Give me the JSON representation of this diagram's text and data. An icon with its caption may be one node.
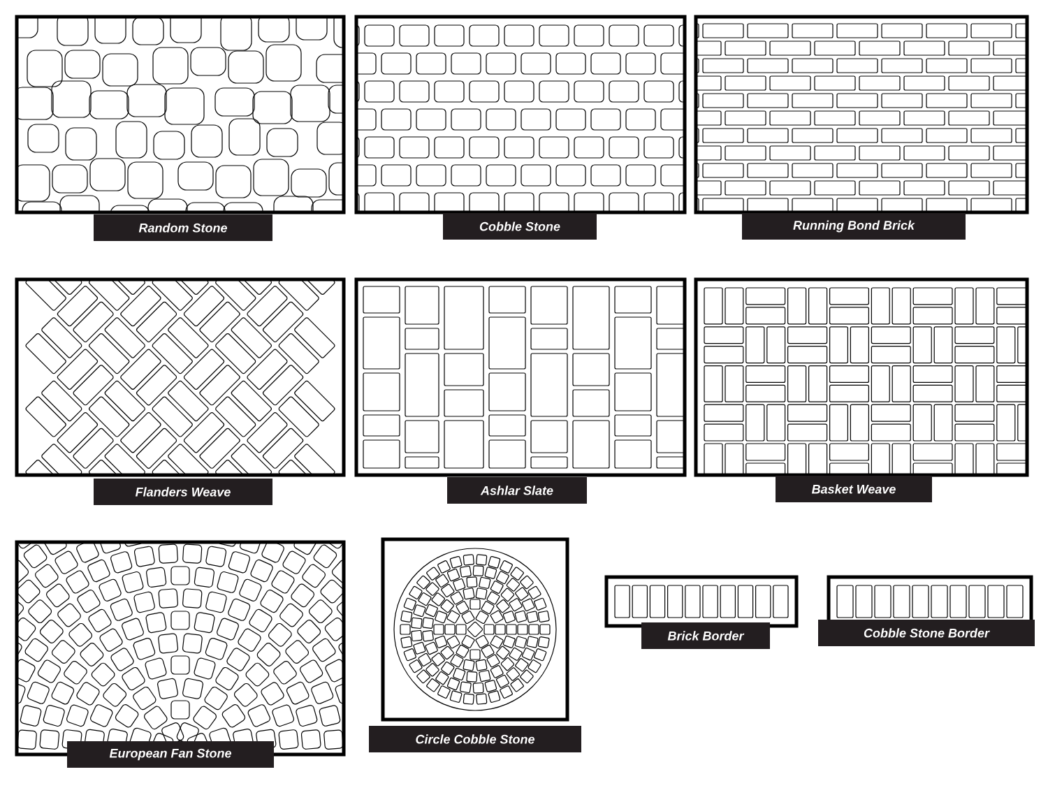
{
  "diagram": {
    "nodes": [
      {
        "text": [
          "Random Stone"
        ]
      },
      {
        "text": [
          "Cobble Stone"
        ]
      },
      {
        "text": [
          "Running Bond Brick"
        ]
      },
      {
        "text": [
          "Flanders Weave"
        ]
      },
      {
        "text": [
          "Ashlar Slate"
        ]
      },
      {
        "text": [
          "Basket Weave"
        ]
      },
      {
        "text": [
          "European Fan Stone"
        ]
      },
      {
        "text": [
          "Circle Cobble Stone"
        ]
      },
      {
        "text": [
          "Brick Border"
        ]
      },
      {
        "text": [
          "Cobble Stone Border"
        ]
      }
    ]
  }
}
